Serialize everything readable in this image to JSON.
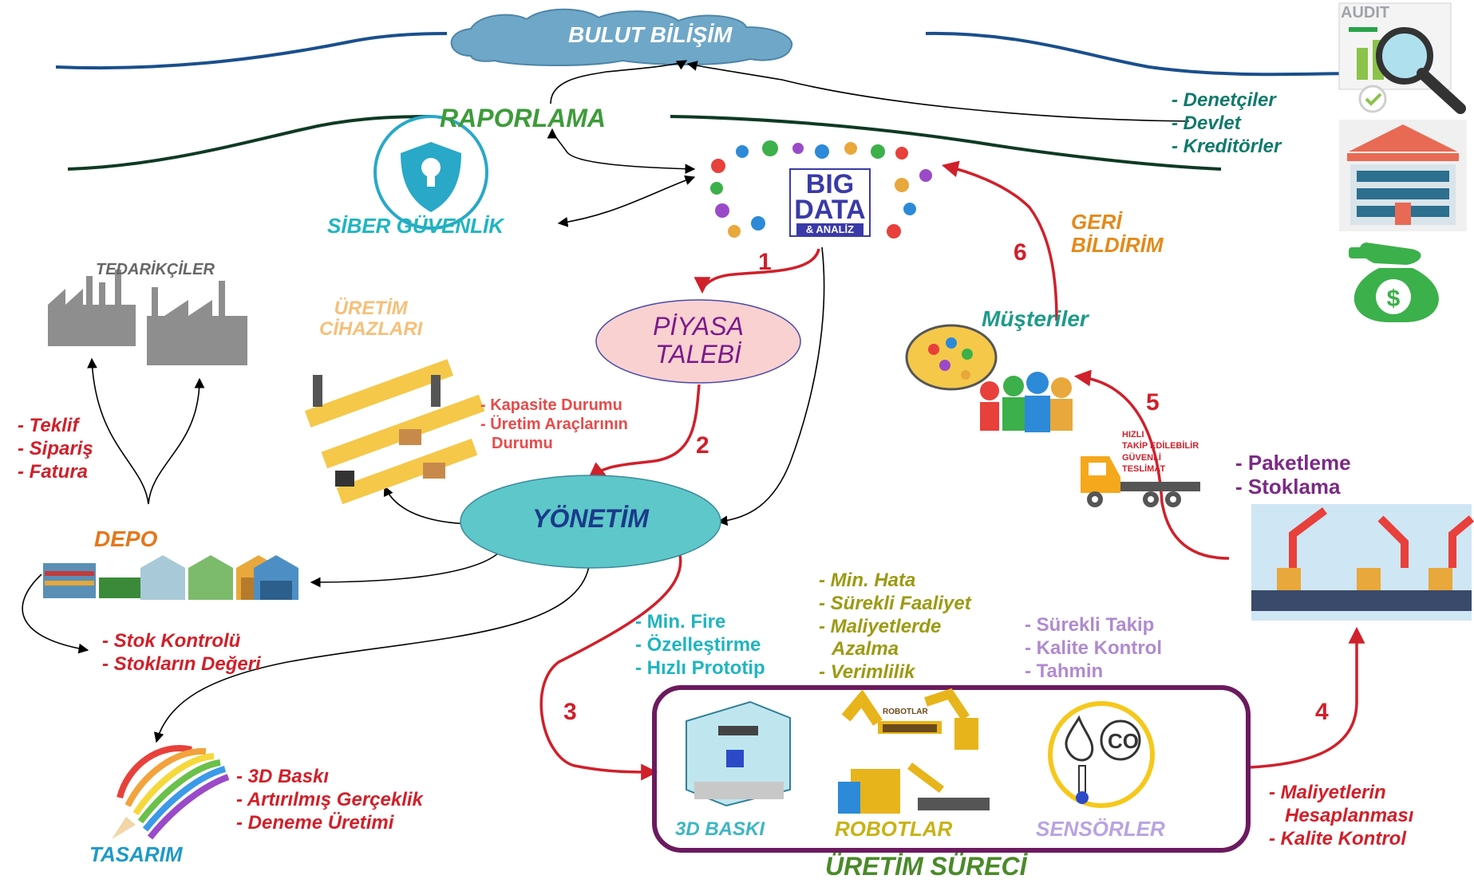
{
  "cloud": {
    "label": "BULUT BİLİŞİM"
  },
  "reporting": {
    "label": "RAPORLAMA"
  },
  "security": {
    "label": "SİBER GÜVENLİK"
  },
  "bigdata": {
    "line1": "BIG",
    "line2": "DATA",
    "line3": "& ANALİZ"
  },
  "feedback": {
    "line1": "GERİ",
    "line2": "BİLDİRİM"
  },
  "stakeholders": [
    "- Denetçiler",
    "- Devlet",
    "- Kreditörler"
  ],
  "audit_icon": {
    "label": "AUDIT"
  },
  "suppliers": {
    "label": "TEDARİKÇİLER"
  },
  "supplier_docs": [
    "- Teklif",
    "- Sipariş",
    "- Fatura"
  ],
  "production_devices": {
    "line1": "ÜRETİM",
    "line2": "CİHAZLARI"
  },
  "market_demand": {
    "line1": "PİYASA",
    "line2": "TALEBİ"
  },
  "capacity_notes": [
    "- Kapasite Durumu",
    "- Üretim Araçlarının",
    "Durumu"
  ],
  "management": {
    "label": "YÖNETİM"
  },
  "depot": {
    "label": "DEPO"
  },
  "stock_notes": [
    "- Stok Kontrolü",
    "- Stokların Değeri"
  ],
  "design": {
    "label": "TASARIM"
  },
  "design_notes": [
    "- 3D Baskı",
    "- Artırılmış Gerçeklik",
    "- Deneme Üretimi"
  ],
  "customers": {
    "label": "Müşteriler"
  },
  "delivery": {
    "line1": "HIZLI",
    "line2": "TAKİP EDİLEBİLİR",
    "line3": "GÜVENLİ",
    "line4": "TESLİMAT"
  },
  "packaging": [
    "- Paketleme",
    "- Stoklama"
  ],
  "fire_notes": [
    "- Min. Fire",
    "- Özelleştirme",
    "- Hızlı Prototip"
  ],
  "error_notes": [
    "- Min. Hata",
    "- Sürekli Faaliyet",
    "- Maliyetlerde",
    "Azalma",
    "- Verimlilik"
  ],
  "tracking_notes": [
    "- Sürekli Takip",
    "- Kalite Kontrol",
    "- Tahmin"
  ],
  "process": {
    "title": "ÜRETİM SÜRECİ",
    "printer": "3D BASKI",
    "robots": "ROBOTLAR",
    "robots_sign": "ROBOTLAR",
    "sensors": "SENSÖRLER",
    "co_symbol": "CO"
  },
  "cost_notes": [
    "- Maliyetlerin",
    "Hesaplanması",
    "- Kalite Kontrol"
  ],
  "steps": [
    "1",
    "2",
    "3",
    "4",
    "5",
    "6"
  ],
  "colors": {
    "red_flow": "#d0202a",
    "cloud_label": "#ffffff",
    "reporting": "#3e9b3a",
    "security": "#1fb5c0",
    "stakeholders": "#0f7a6a",
    "feedback": "#e38a1a",
    "management_fill": "#5ec7c9",
    "market_fill": "#f9d1d1",
    "depot": "#e3781c",
    "design": "#1f9ac7",
    "customers": "#1f9a8a",
    "packaging": "#7b2a85",
    "teal_notes": "#1fb5c0",
    "olive_notes": "#9c9a12",
    "lilac_notes": "#b08ad0",
    "process_border": "#6b1a5e",
    "process_title": "#4a8a2a",
    "printer": "#3cb6c2",
    "robots": "#c8b216",
    "sensors": "#b9a3e0"
  }
}
